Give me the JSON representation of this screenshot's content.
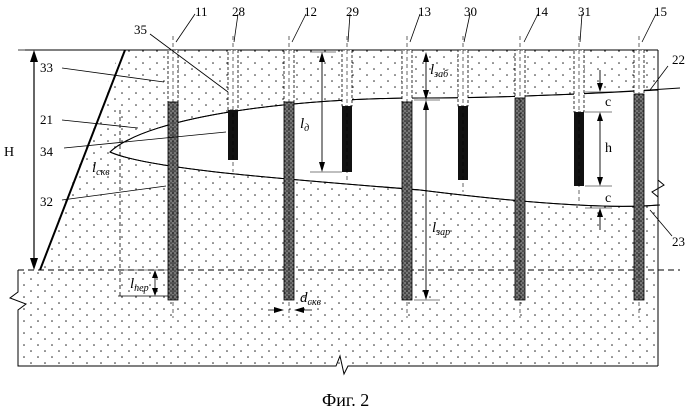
{
  "caption": "Фиг. 2",
  "callouts": {
    "n11": "11",
    "n28": "28",
    "n12": "12",
    "n29": "29",
    "n13": "13",
    "n30": "30",
    "n14": "14",
    "n31": "31",
    "n15": "15",
    "n35": "35",
    "n33": "33",
    "n22": "22",
    "n21": "21",
    "n34": "34",
    "n32": "32",
    "n23": "23"
  },
  "dimensions": {
    "H": "H",
    "l_skv": {
      "main": "l",
      "sub": "скв"
    },
    "l_zab": {
      "main": "l",
      "sub": "заб"
    },
    "l_d": {
      "main": "l",
      "sub": "д"
    },
    "l_zar": {
      "main": "l",
      "sub": "зар"
    },
    "l_per": {
      "main": "l",
      "sub": "пер"
    },
    "d_skv": {
      "main": "d",
      "sub": "скв"
    },
    "c_top": "c",
    "h": "h",
    "c_bottom": "c"
  }
}
